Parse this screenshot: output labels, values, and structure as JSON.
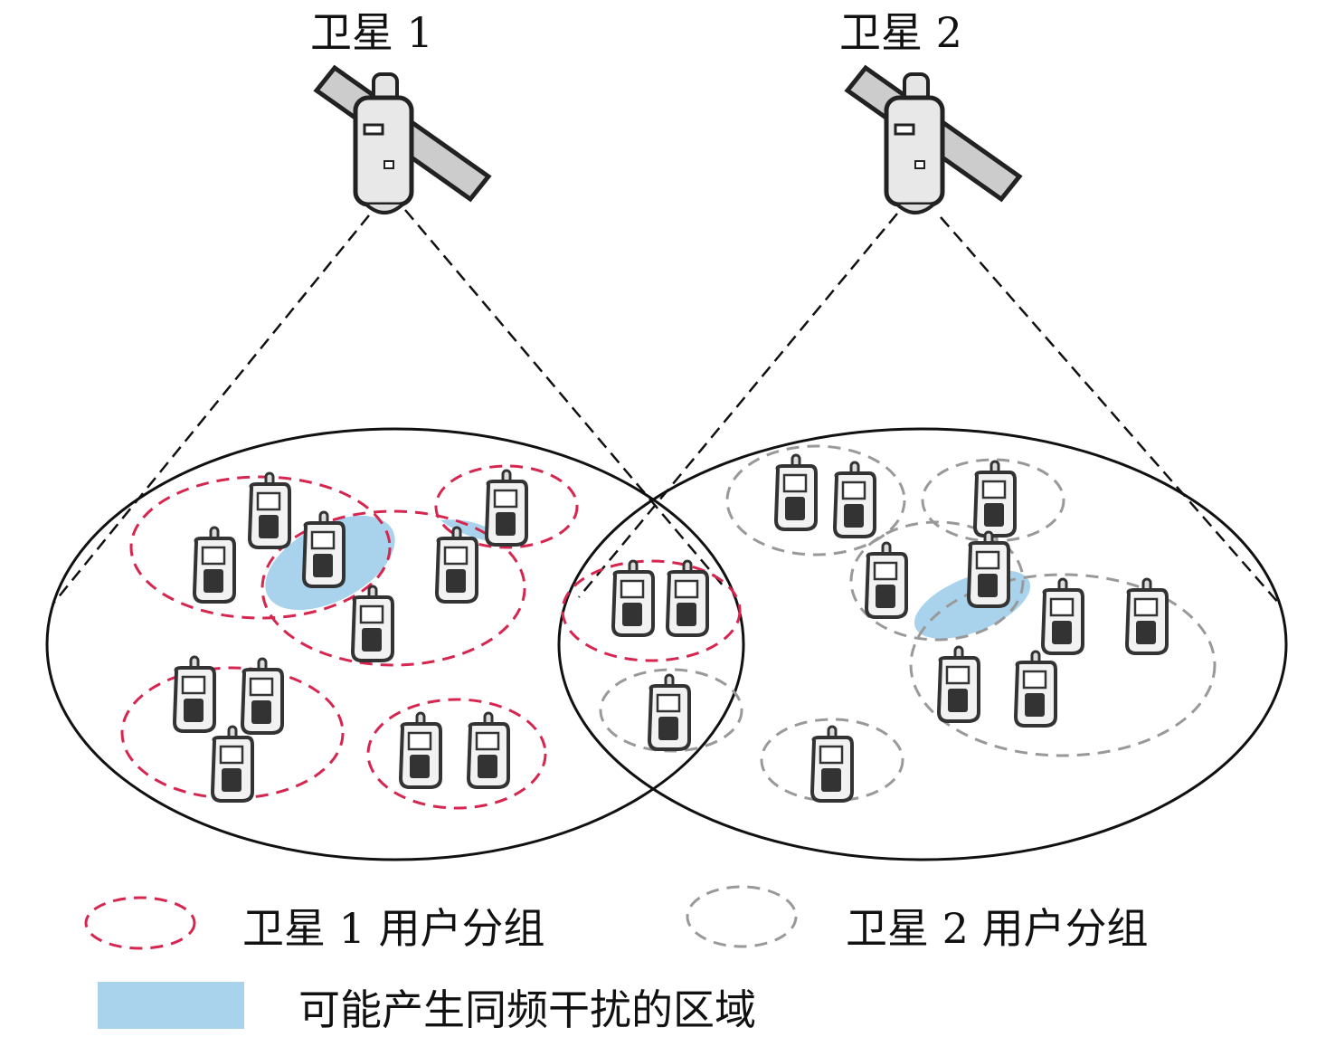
{
  "satellites": [
    {
      "label": "卫星 1"
    },
    {
      "label": "卫星 2"
    }
  ],
  "legend": {
    "sat1_group": "卫星 1 用户分组",
    "sat2_group": "卫星 2 用户分组",
    "interference": "可能产生同频干扰的区域"
  },
  "colors": {
    "sat1_group": "#d6264f",
    "sat2_group": "#999999",
    "interference": "#a9d3ec"
  }
}
